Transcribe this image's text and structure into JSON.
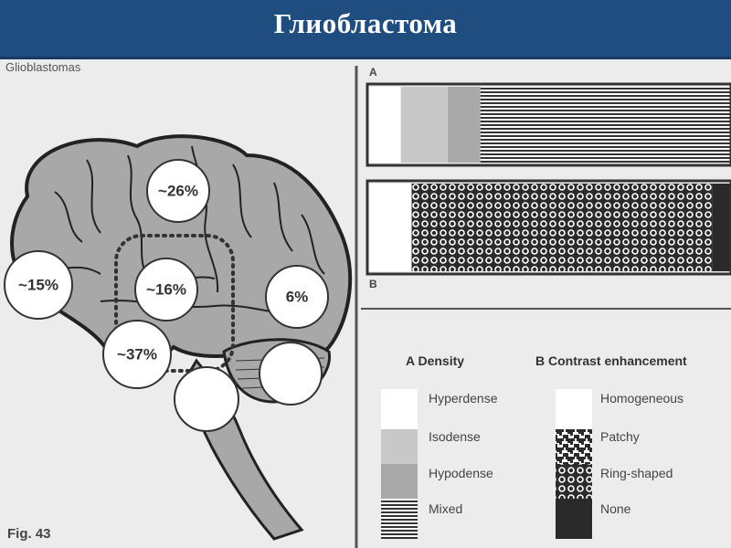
{
  "slide": {
    "title": "Глиобластома"
  },
  "figure": {
    "caption_top": "Glioblastomas",
    "caption_bottom": "Fig. 43"
  },
  "brain": {
    "regions": [
      {
        "id": "top",
        "label": "~26%"
      },
      {
        "id": "frontal",
        "label": "~15%"
      },
      {
        "id": "central",
        "label": "~16%"
      },
      {
        "id": "occipital",
        "label": "6%"
      },
      {
        "id": "temporal",
        "label": "~37%"
      },
      {
        "id": "brainstem",
        "label": ""
      },
      {
        "id": "cerebellum",
        "label": ""
      }
    ]
  },
  "bars": {
    "a_label": "A",
    "b_label": "B",
    "a_density_fractions": {
      "hyperdense": 0.09,
      "isodense": 0.13,
      "hypodense": 0.09,
      "mixed": 0.69
    },
    "b_enhancement_fractions": {
      "homogeneous": 0.12,
      "patchy": 0.0,
      "ring_shaped": 0.83,
      "none": 0.05
    }
  },
  "legend": {
    "a_heading": "A  Density",
    "b_heading": "B  Contrast enhancement",
    "density_items": [
      "Hyperdense",
      "Isodense",
      "Hypodense",
      "Mixed"
    ],
    "enhancement_items": [
      "Homogeneous",
      "Patchy",
      "Ring-shaped",
      "None"
    ]
  },
  "colors": {
    "title_bar": "#1f4d80",
    "brain_fill": "#a8a8a8",
    "isodense": "#c8c8c8",
    "hypodense": "#a9a9a9",
    "none": "#2a2a2a"
  }
}
